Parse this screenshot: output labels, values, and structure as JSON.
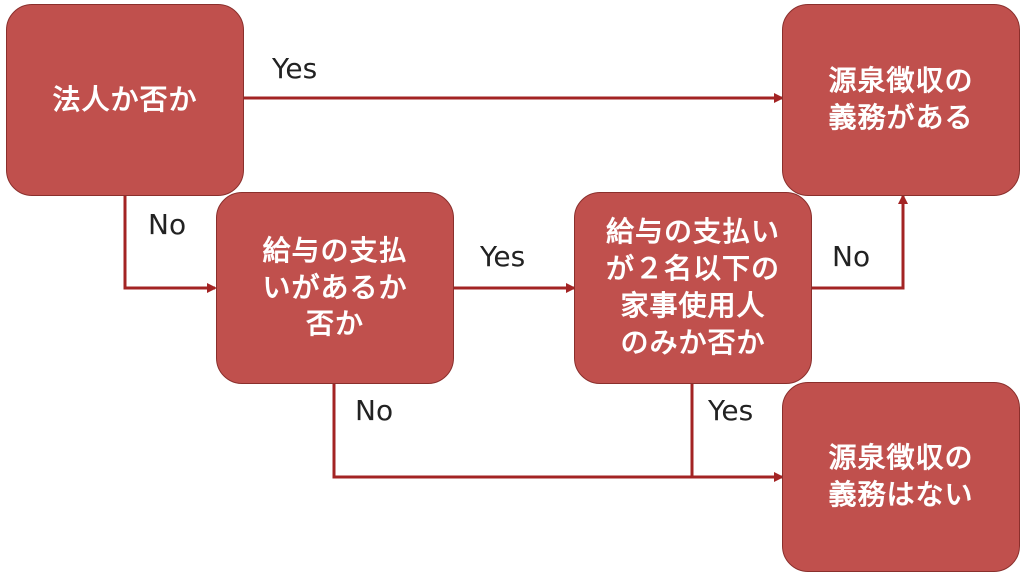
{
  "colors": {
    "node_fill": "#c0504d",
    "connector": "#a32424"
  },
  "nodes": {
    "corporation": {
      "text": "法人か否か"
    },
    "salary_payment": {
      "text": "給与の支払\nいがあるか\n否か"
    },
    "domestic_only": {
      "text": "給与の支払い\nが２名以下の\n家事使用人\nのみか否か"
    },
    "obligated": {
      "text": "源泉徴収の\n義務がある"
    },
    "not_obligated": {
      "text": "源泉徴収の\n義務はない"
    }
  },
  "edges": {
    "corporation_yes": "Yes",
    "corporation_no": "No",
    "salary_yes": "Yes",
    "salary_no": "No",
    "domestic_no": "No",
    "domestic_yes": "Yes"
  }
}
